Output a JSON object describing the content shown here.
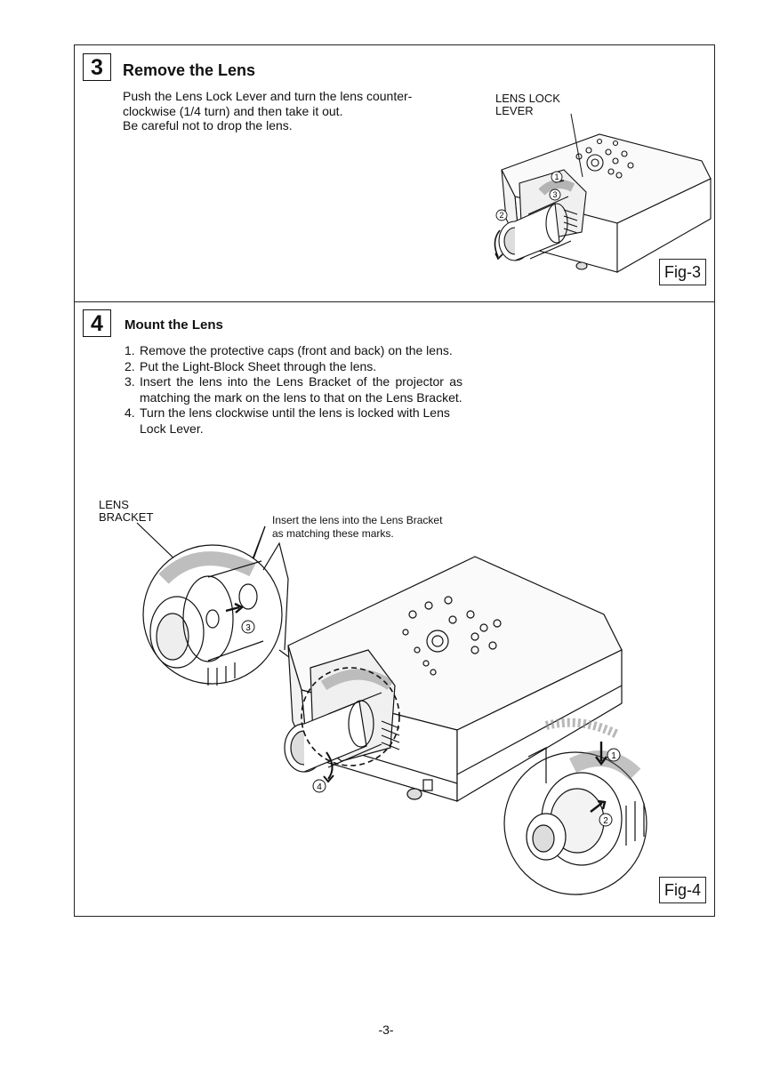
{
  "step3": {
    "number": "3",
    "title": "Remove the Lens",
    "lines": [
      "Push the Lens Lock Lever and turn the lens counter-",
      "clockwise (1/4 turn) and then take it out.",
      "Be careful not to drop the lens."
    ],
    "callout_line1": "LENS LOCK",
    "callout_line2": "LEVER",
    "badge1": "1",
    "badge2": "2",
    "badge3": "3",
    "fig_label": "Fig-3"
  },
  "step4": {
    "number": "4",
    "title": "Mount the Lens",
    "items": [
      {
        "num": "1.",
        "text": "Remove the protective caps (front and back) on the lens."
      },
      {
        "num": "2.",
        "text": "Put the Light-Block Sheet through the lens."
      },
      {
        "num": "3.",
        "text": "Insert the lens into the Lens Bracket of the projector as matching the mark on the lens to that on the Lens Bracket."
      },
      {
        "num": "4.",
        "text": "Turn the lens clockwise until the lens is locked with Lens Lock Lever."
      }
    ],
    "callout_line1": "LENS",
    "callout_line2": "BRACKET",
    "note_line1": "Insert the lens into the Lens Bracket",
    "note_line2": "as matching these marks.",
    "badge1": "1",
    "badge2": "2",
    "badge3": "3",
    "badge4": "4",
    "fig_label": "Fig-4"
  },
  "page_number": "-3-"
}
